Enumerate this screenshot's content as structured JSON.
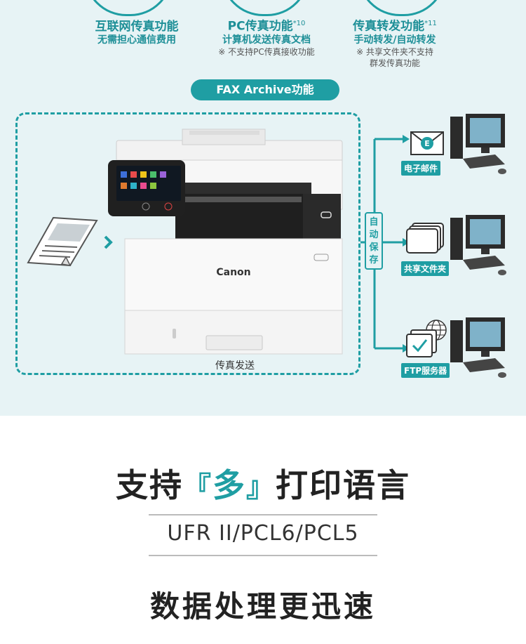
{
  "features": [
    {
      "title": "互联网传真功能",
      "sup": "",
      "subtitle": "无需担心通信费用",
      "notes": []
    },
    {
      "title": "PC传真功能",
      "sup": "*10",
      "subtitle": "计算机发送传真文档",
      "notes": [
        "※ 不支持PC传真接收功能"
      ]
    },
    {
      "title": "传真转发功能",
      "sup": "*11",
      "subtitle": "手动转发/自动转发",
      "notes": [
        "※ 共享文件夹不支持",
        "群发传真功能"
      ]
    }
  ],
  "archive_label": "FAX Archive功能",
  "printer_brand": "Canon",
  "send_caption": "传真发送",
  "auto_save": [
    "自",
    "动",
    "保",
    "存"
  ],
  "destinations": [
    {
      "label": "电子邮件",
      "icon": "email-icon"
    },
    {
      "label": "共享文件夹",
      "icon": "folder-icon"
    },
    {
      "label": "FTP服务器",
      "icon": "ftp-server-icon"
    }
  ],
  "heading1": {
    "pre": "支持",
    "open": "『",
    "mid": "多",
    "close": "』",
    "post": "打印语言"
  },
  "languages": "UFR II/PCL6/PCL5",
  "heading2": "数据处理更迅速",
  "colors": {
    "accent": "#1f9ea3",
    "background": "#e7f3f5"
  }
}
